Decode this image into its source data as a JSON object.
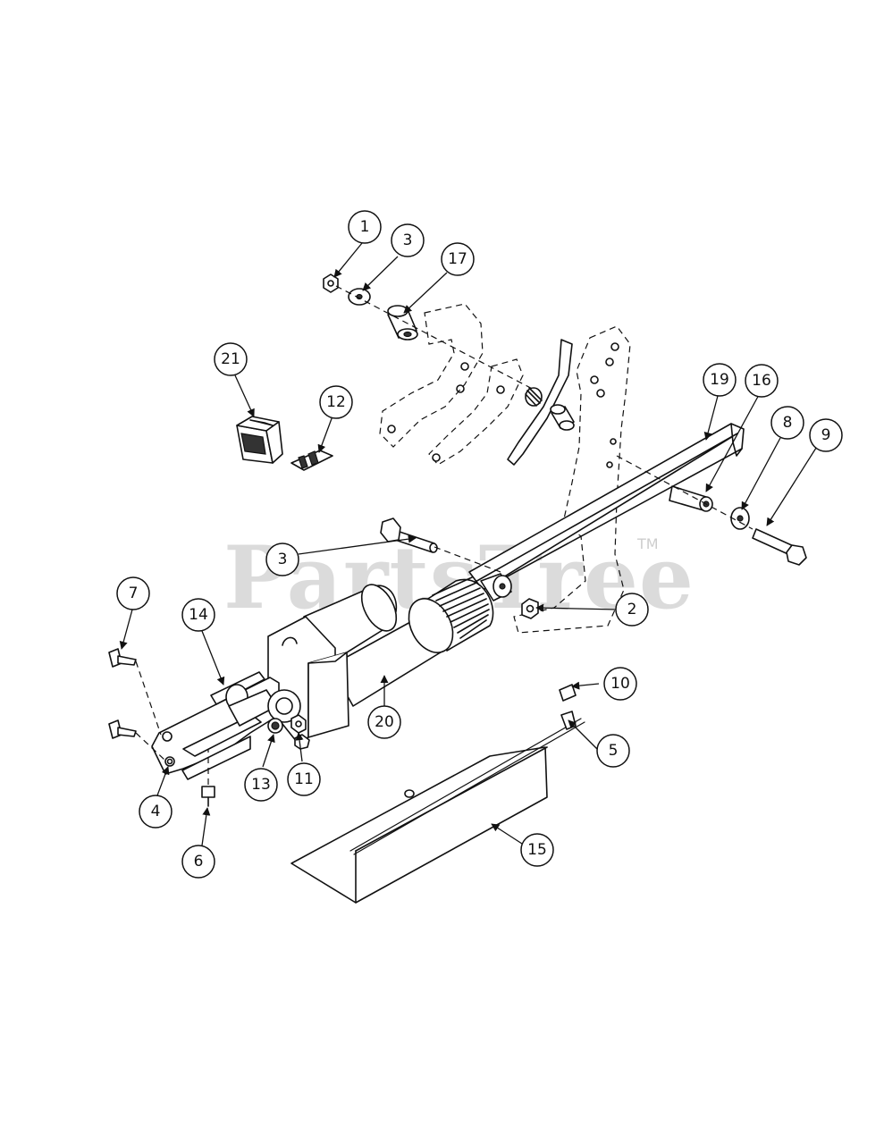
{
  "watermark": {
    "text": "PartsTree",
    "mark": "TM"
  },
  "callouts": [
    {
      "id": "c-1",
      "label": "1"
    },
    {
      "id": "c-3a",
      "label": "3"
    },
    {
      "id": "c-17",
      "label": "17"
    },
    {
      "id": "c-21",
      "label": "21"
    },
    {
      "id": "c-12",
      "label": "12"
    },
    {
      "id": "c-19",
      "label": "19"
    },
    {
      "id": "c-16",
      "label": "16"
    },
    {
      "id": "c-8",
      "label": "8"
    },
    {
      "id": "c-9",
      "label": "9"
    },
    {
      "id": "c-3b",
      "label": "3"
    },
    {
      "id": "c-2",
      "label": "2"
    },
    {
      "id": "c-7",
      "label": "7"
    },
    {
      "id": "c-14",
      "label": "14"
    },
    {
      "id": "c-10",
      "label": "10"
    },
    {
      "id": "c-20",
      "label": "20"
    },
    {
      "id": "c-5",
      "label": "5"
    },
    {
      "id": "c-13",
      "label": "13"
    },
    {
      "id": "c-11",
      "label": "11"
    },
    {
      "id": "c-4",
      "label": "4"
    },
    {
      "id": "c-6",
      "label": "6"
    },
    {
      "id": "c-15",
      "label": "15"
    }
  ]
}
